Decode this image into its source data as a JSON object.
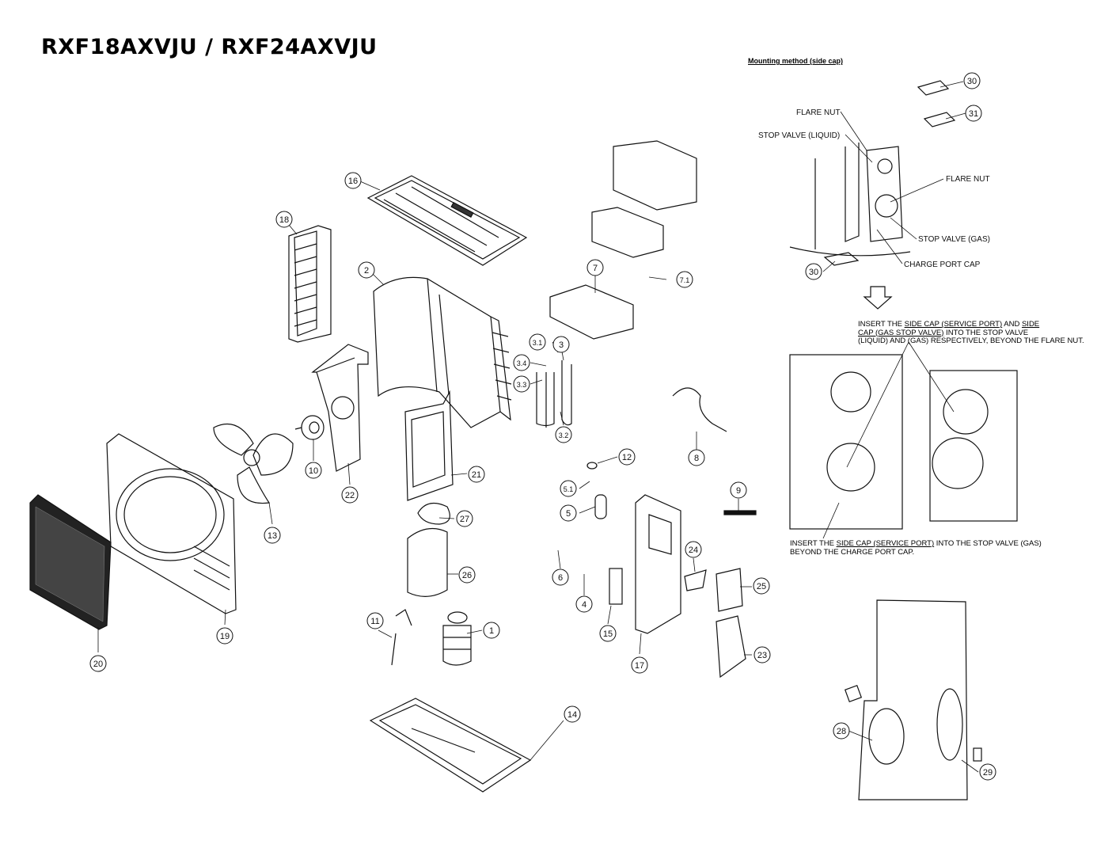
{
  "title": "RXF18AXVJU / RXF24AXVJU",
  "subtitle": "Mounting method (side cap)",
  "callouts": [
    "1",
    "2",
    "3",
    "3.1",
    "3.2",
    "3.3",
    "3.4",
    "4",
    "5",
    "5.1",
    "6",
    "7",
    "7.1",
    "8",
    "9",
    "10",
    "11",
    "12",
    "13",
    "14",
    "15",
    "16",
    "17",
    "18",
    "19",
    "20",
    "21",
    "22",
    "23",
    "24",
    "25",
    "26",
    "27",
    "28",
    "29",
    "30",
    "31",
    "30"
  ],
  "mounting_labels": {
    "flare_nut_1": "FLARE NUT",
    "stop_valve_liquid": "STOP VALVE (LIQUID)",
    "flare_nut_2": "FLARE NUT",
    "stop_valve_gas": "STOP VALVE (GAS)",
    "charge_port_cap": "CHARGE PORT CAP"
  },
  "note1": {
    "l1a": "INSERT THE ",
    "l1b": "SIDE CAP (SERVICE PORT)",
    "l1c": " AND ",
    "l1d": "SIDE",
    "l2a": "CAP (GAS STOP VALVE)",
    "l2b": " INTO THE STOP VALVE",
    "l3": "(LIQUID) AND (GAS) RESPECTIVELY, BEYOND THE FLARE NUT."
  },
  "note2": {
    "l1a": "INSERT THE ",
    "l1b": "SIDE CAP (SERVICE PORT)",
    "l1c": " INTO THE STOP VALVE (GAS)",
    "l2": "BEYOND THE CHARGE PORT CAP."
  }
}
